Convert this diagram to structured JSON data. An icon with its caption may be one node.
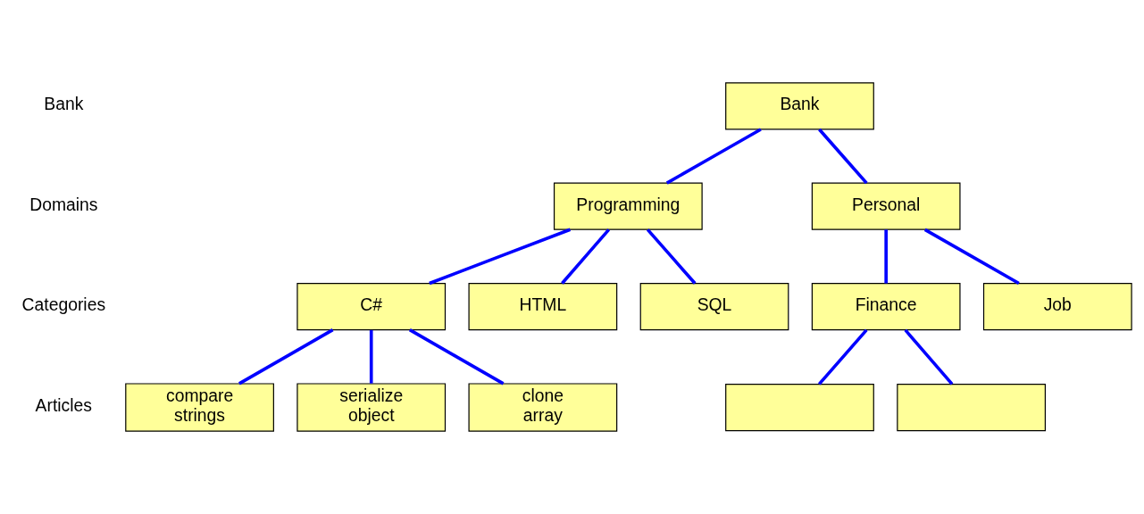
{
  "diagram": {
    "nodes": [
      {
        "text": [
          "Bank"
        ]
      },
      {
        "text": [
          "Programming"
        ]
      },
      {
        "text": [
          "Personal"
        ]
      },
      {
        "text": [
          "C#"
        ]
      },
      {
        "text": [
          "HTML"
        ]
      },
      {
        "text": [
          "SQL"
        ]
      },
      {
        "text": [
          "Finance"
        ]
      },
      {
        "text": [
          "Job"
        ]
      },
      {
        "text": [
          "compare strings"
        ]
      },
      {
        "text": [
          "serialize object"
        ]
      },
      {
        "text": [
          "clone array"
        ]
      },
      {
        "text": [],
        "shape": "box"
      },
      {
        "text": [],
        "shape": "box"
      }
    ],
    "edges": [
      {
        "from": 0,
        "to": 1,
        "arrow": "none"
      },
      {
        "from": 0,
        "to": 2,
        "arrow": "none"
      },
      {
        "from": 1,
        "to": 3,
        "arrow": "none"
      },
      {
        "from": 1,
        "to": 4,
        "arrow": "none"
      },
      {
        "from": 1,
        "to": 5,
        "arrow": "none"
      },
      {
        "from": 2,
        "to": 6,
        "arrow": "none"
      },
      {
        "from": 2,
        "to": 7,
        "arrow": "none"
      },
      {
        "from": 3,
        "to": 8,
        "arrow": "none"
      },
      {
        "from": 3,
        "to": 9,
        "arrow": "none"
      },
      {
        "from": 3,
        "to": 10,
        "arrow": "none"
      },
      {
        "from": 6,
        "to": 11,
        "arrow": "none"
      },
      {
        "from": 6,
        "to": 12,
        "arrow": "none"
      }
    ],
    "labels": [
      "Bank",
      "Domains",
      "Categories",
      "Articles"
    ]
  }
}
